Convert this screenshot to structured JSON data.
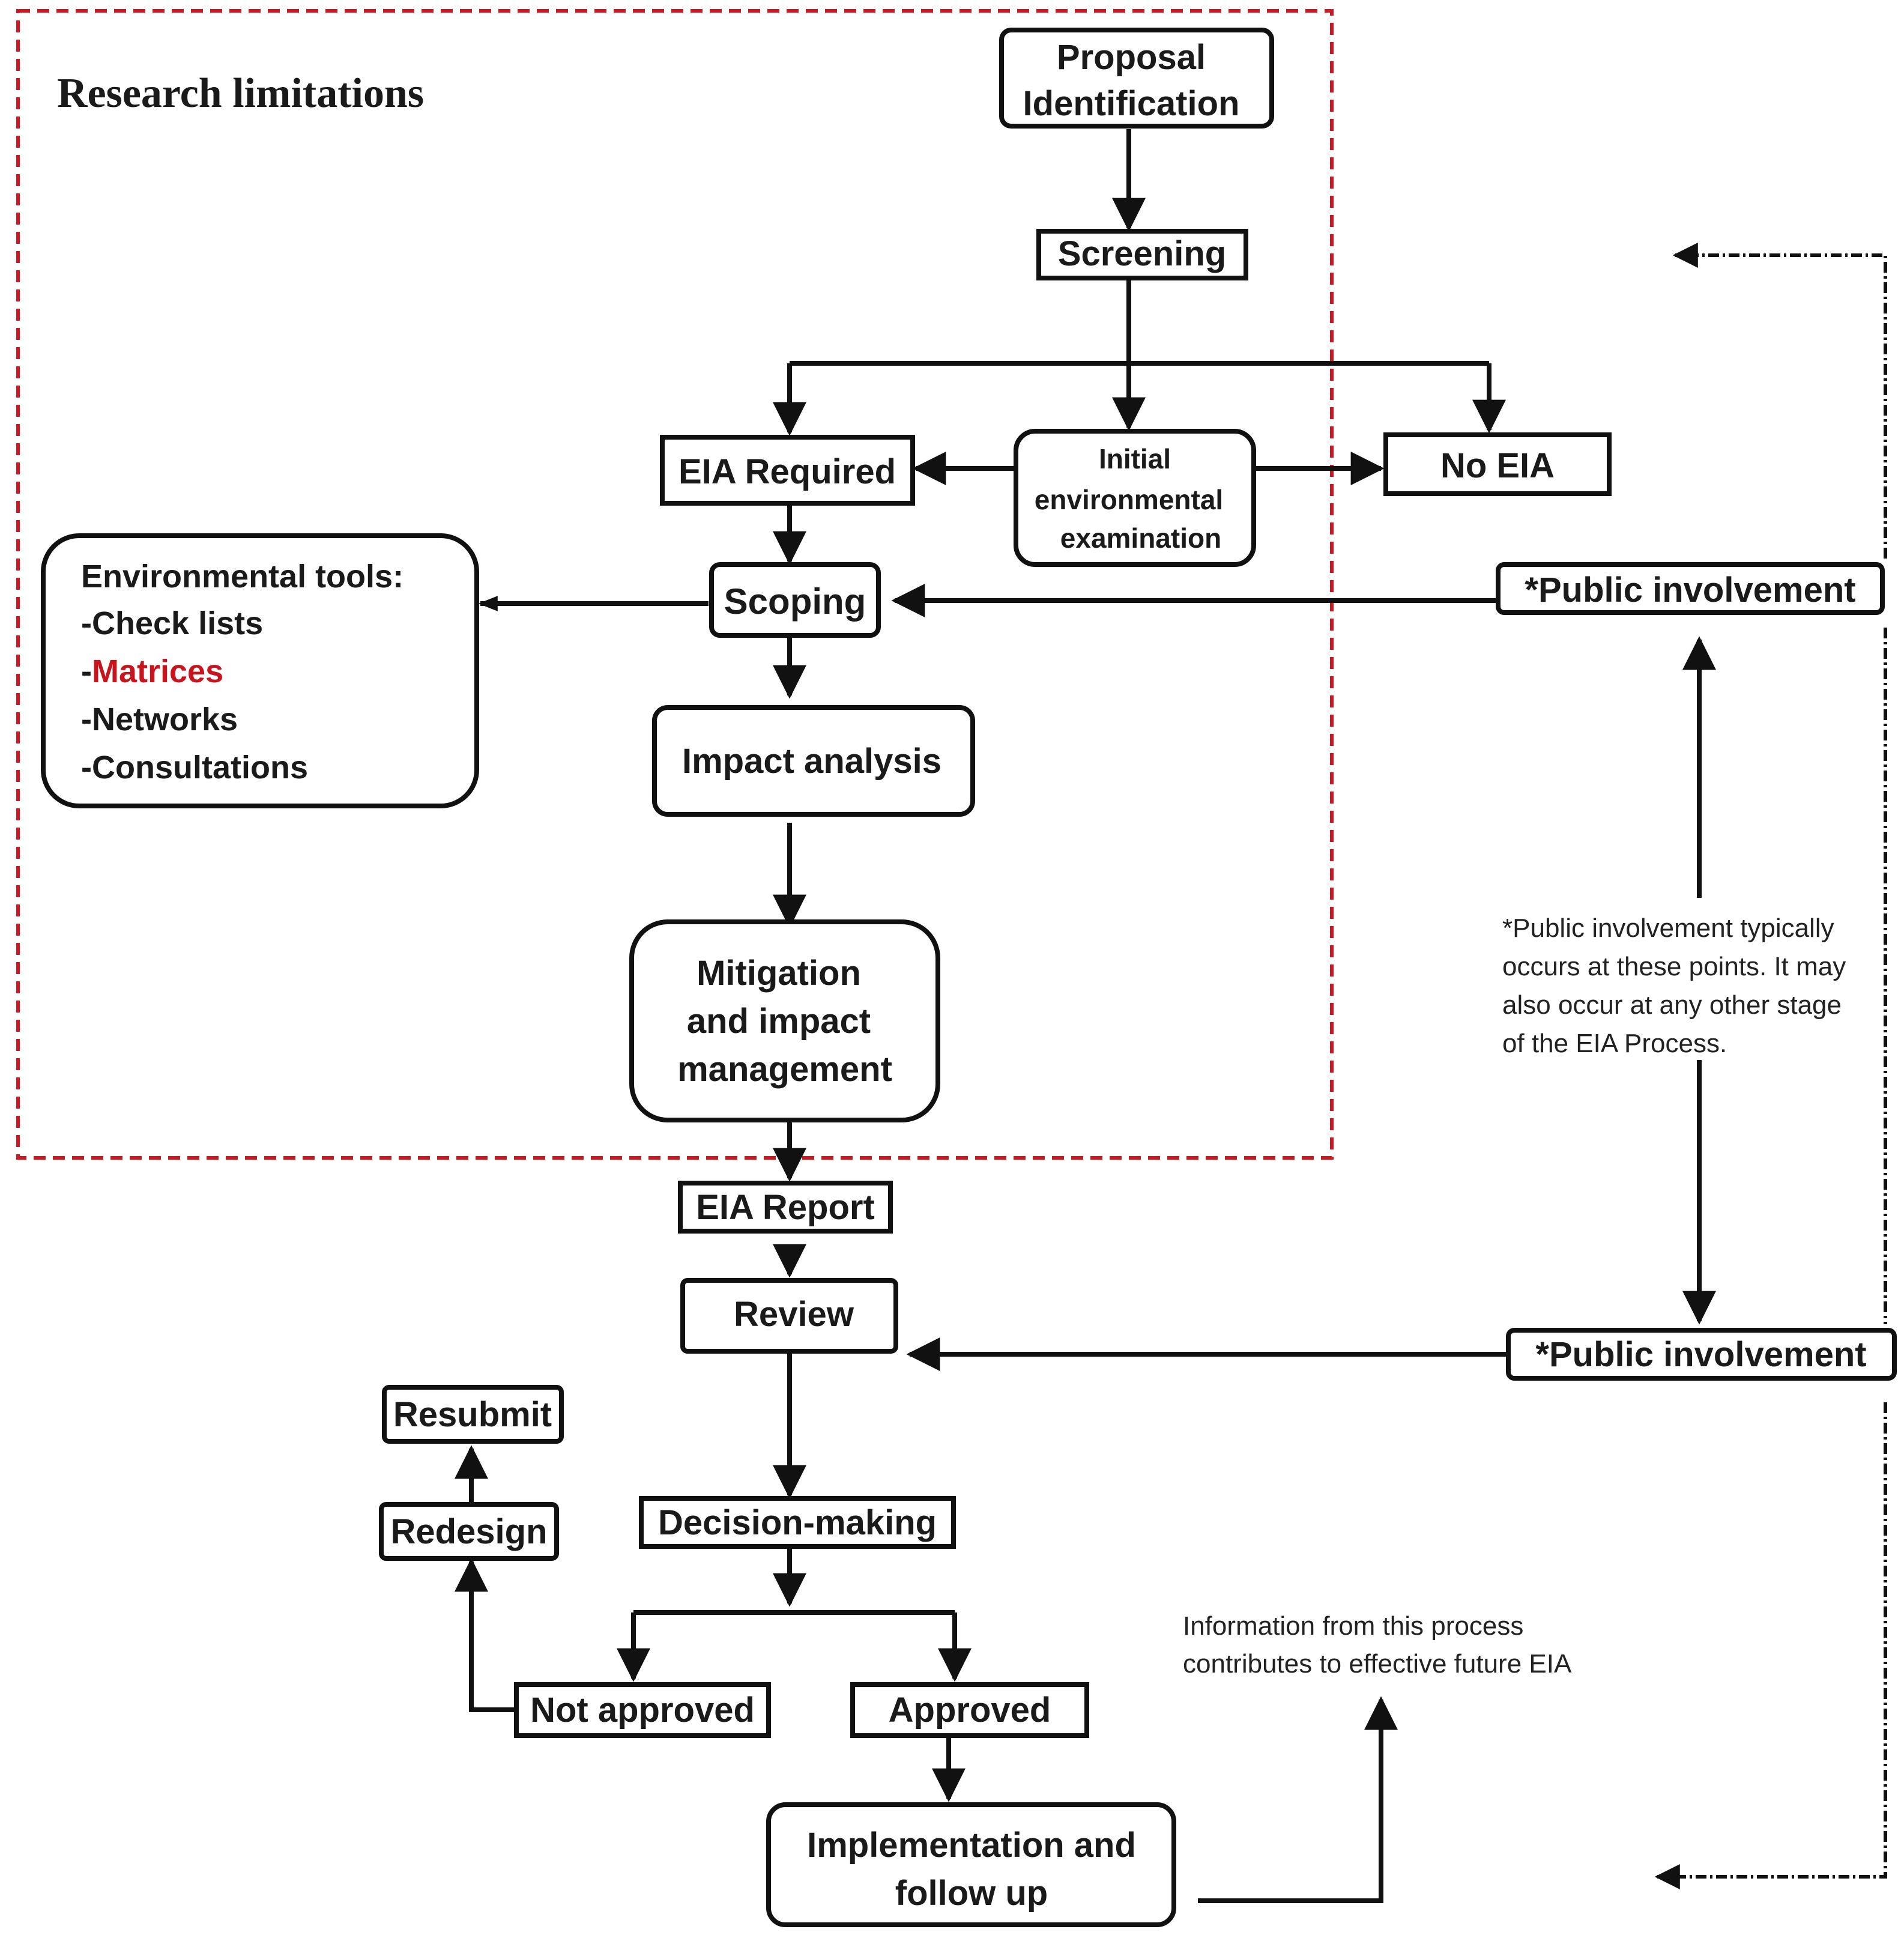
{
  "title": "Research limitations",
  "colors": {
    "frame": "#d0161e",
    "highlight": "#c8141c"
  },
  "nodes": {
    "proposal": [
      "Proposal",
      "Identification"
    ],
    "screening": "Screening",
    "eia_required": "EIA Required",
    "initial_exam": [
      "Initial",
      "environmental",
      "examination"
    ],
    "no_eia": "No EIA",
    "scoping": "Scoping",
    "impact_analysis": "Impact analysis",
    "mitigation": [
      "Mitigation",
      "and impact",
      "management"
    ],
    "eia_report": "EIA Report",
    "review": "Review",
    "decision": "Decision-making",
    "not_approved": "Not approved",
    "approved": "Approved",
    "implementation": [
      "Implementation and",
      "follow up"
    ],
    "redesign": "Redesign",
    "resubmit": "Resubmit",
    "public_1": "*Public involvement",
    "public_2": "*Public involvement"
  },
  "tools": {
    "heading": "Environmental tools:",
    "items": [
      "-Check lists",
      "-Matrices",
      "-Networks",
      "-Consultations"
    ],
    "highlighted_item": "Matrices"
  },
  "notes": {
    "public": [
      "*Public involvement typically",
      "occurs at these points. It may",
      "also occur at any other stage",
      "of the EIA Process."
    ],
    "future": [
      "Information from this process",
      "contributes to effective future EIA"
    ]
  }
}
